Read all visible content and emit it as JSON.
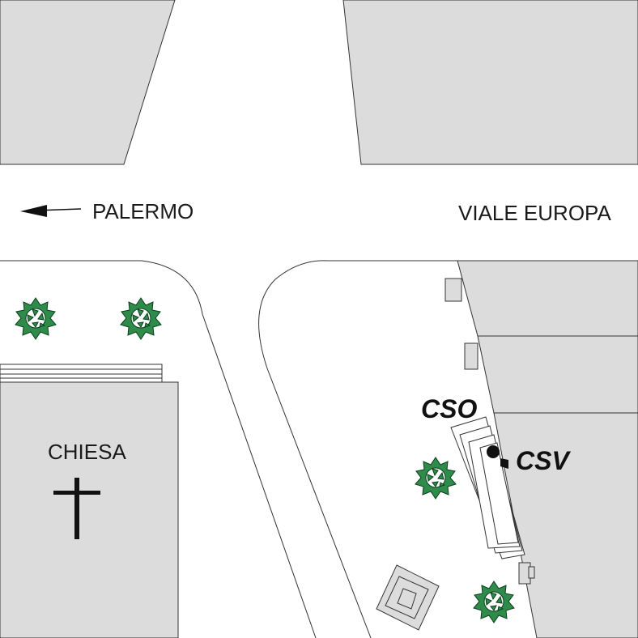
{
  "labels": {
    "palermo": "PALERMO",
    "viale_europa": "VIALE EUROPA",
    "chiesa": "CHIESA",
    "cso": "CSO",
    "csv": "CSV"
  },
  "colors": {
    "building": "#dcdcdc",
    "outline": "#333333",
    "tree": "#2e8b4a",
    "tree_outline": "#0b3d1c",
    "text": "#1a1a1a"
  },
  "icons": {
    "direction": "arrow-left-icon",
    "church": "cross-icon",
    "vegetation": "tree-icon",
    "sensor": "sensor-dot-icon"
  }
}
